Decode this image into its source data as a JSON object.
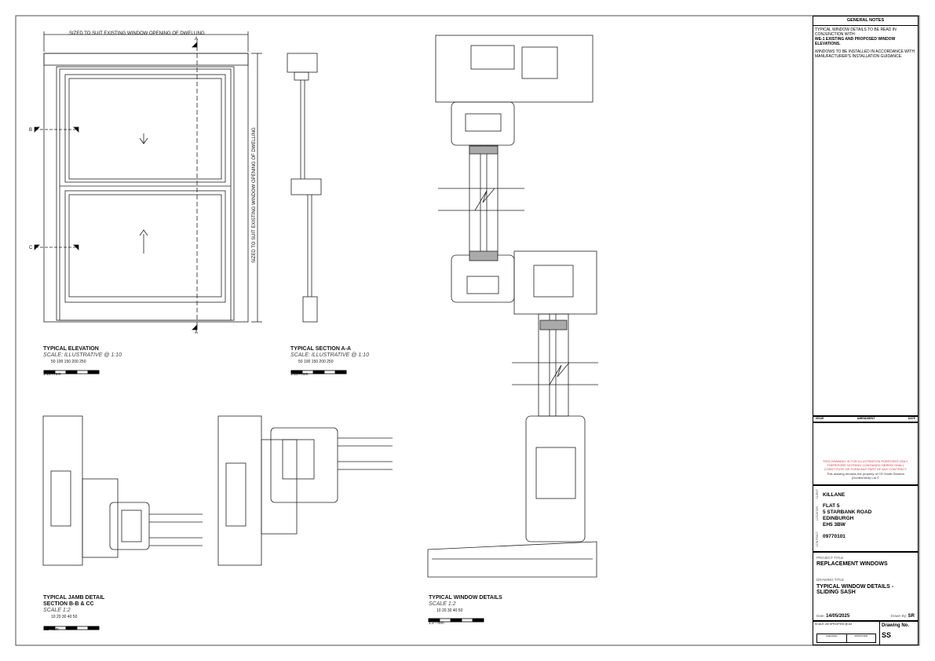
{
  "notes": {
    "title": "GENERAL NOTES",
    "line1": "TYPICAL WINDOW DETAILS TO BE READ IN CONJUNCTION WITH:",
    "line2": "WE-1 EXISTING AND PROPOSED WINDOW ELEVATIONS.",
    "line3": "WINDOWS TO BE INSTALLED IN ACCORDANCE WITH MANUFACTURER'S INSTALLATION GUIDANCE."
  },
  "revisions": {
    "issue": "ISSUE",
    "amendment": "AMENDMENT",
    "date": "DATE"
  },
  "disclaimer": {
    "red": "THIS DRAWING IS FOR ILLUSTRATION PURPOSES ONLY. THEREFORE NOTHING CONTAINED HEREIN SHALL CONSTITUTE OR FORM ANY PART OF ANY CONTRACT.",
    "property": "This drawing remains the property of CR Smith Glaziers (Dunfermline) Ltd ©"
  },
  "client": {
    "label": "CLIENT",
    "name": "KILLANE"
  },
  "location": {
    "label": "LOCATION",
    "lines": [
      "FLAT 5",
      "5 STARBANK ROAD",
      "EDINBURGH",
      "EH5 3BW"
    ]
  },
  "contract": {
    "label": "CONTRACT",
    "number": "09770101"
  },
  "project": {
    "label": "PROJECT TITLE",
    "title": "REPLACEMENT WINDOWS"
  },
  "drawing": {
    "label": "DRAWING TITLE",
    "title1": "TYPICAL WINDOW DETAILS -",
    "title2": "SLIDING SASH",
    "date_label": "Date:",
    "date": "14/05/2025",
    "drawn_label": "Drawn By:",
    "drawn": "SR",
    "scale": "SCALE: AS SPECIFIED @ A3",
    "number_label": "Drawing No.",
    "number": "SS",
    "checked": "CHECKED",
    "approved": "APPROVED"
  },
  "elevation": {
    "title": "TYPICAL ELEVATION",
    "scale": "SCALE: ILLUSTRATIVE @ 1:10",
    "bar_ticks": "50  100  150  200  250",
    "bar_unit": "1:10 - mm",
    "dim_w": "SIZED TO SUIT EXISTING WINDOW OPENING OF DWELLING",
    "dim_h": "SIZED TO SUIT EXISTING WINDOW OPENING OF DWELLING",
    "A": "A",
    "B": "B",
    "C": "C"
  },
  "section": {
    "title": "TYPICAL SECTION A-A",
    "scale": "SCALE: ILLUSTRATIVE @ 1:10",
    "bar_ticks": "50  100  150  200  250",
    "bar_unit": "1:10 - mm"
  },
  "jamb": {
    "title": "TYPICAL JAMB DETAIL",
    "title2": "SECTION B-B & CC",
    "scale": "SCALE 1:2",
    "bar_ticks": "10   20   30   40   50",
    "bar_unit": "1:2 - mm"
  },
  "details": {
    "title": "TYPICAL WINDOW DETAILS",
    "scale": "SCALE 1:2",
    "bar_ticks": "10   20   30   40   50",
    "bar_unit": "1:2 - mm"
  }
}
